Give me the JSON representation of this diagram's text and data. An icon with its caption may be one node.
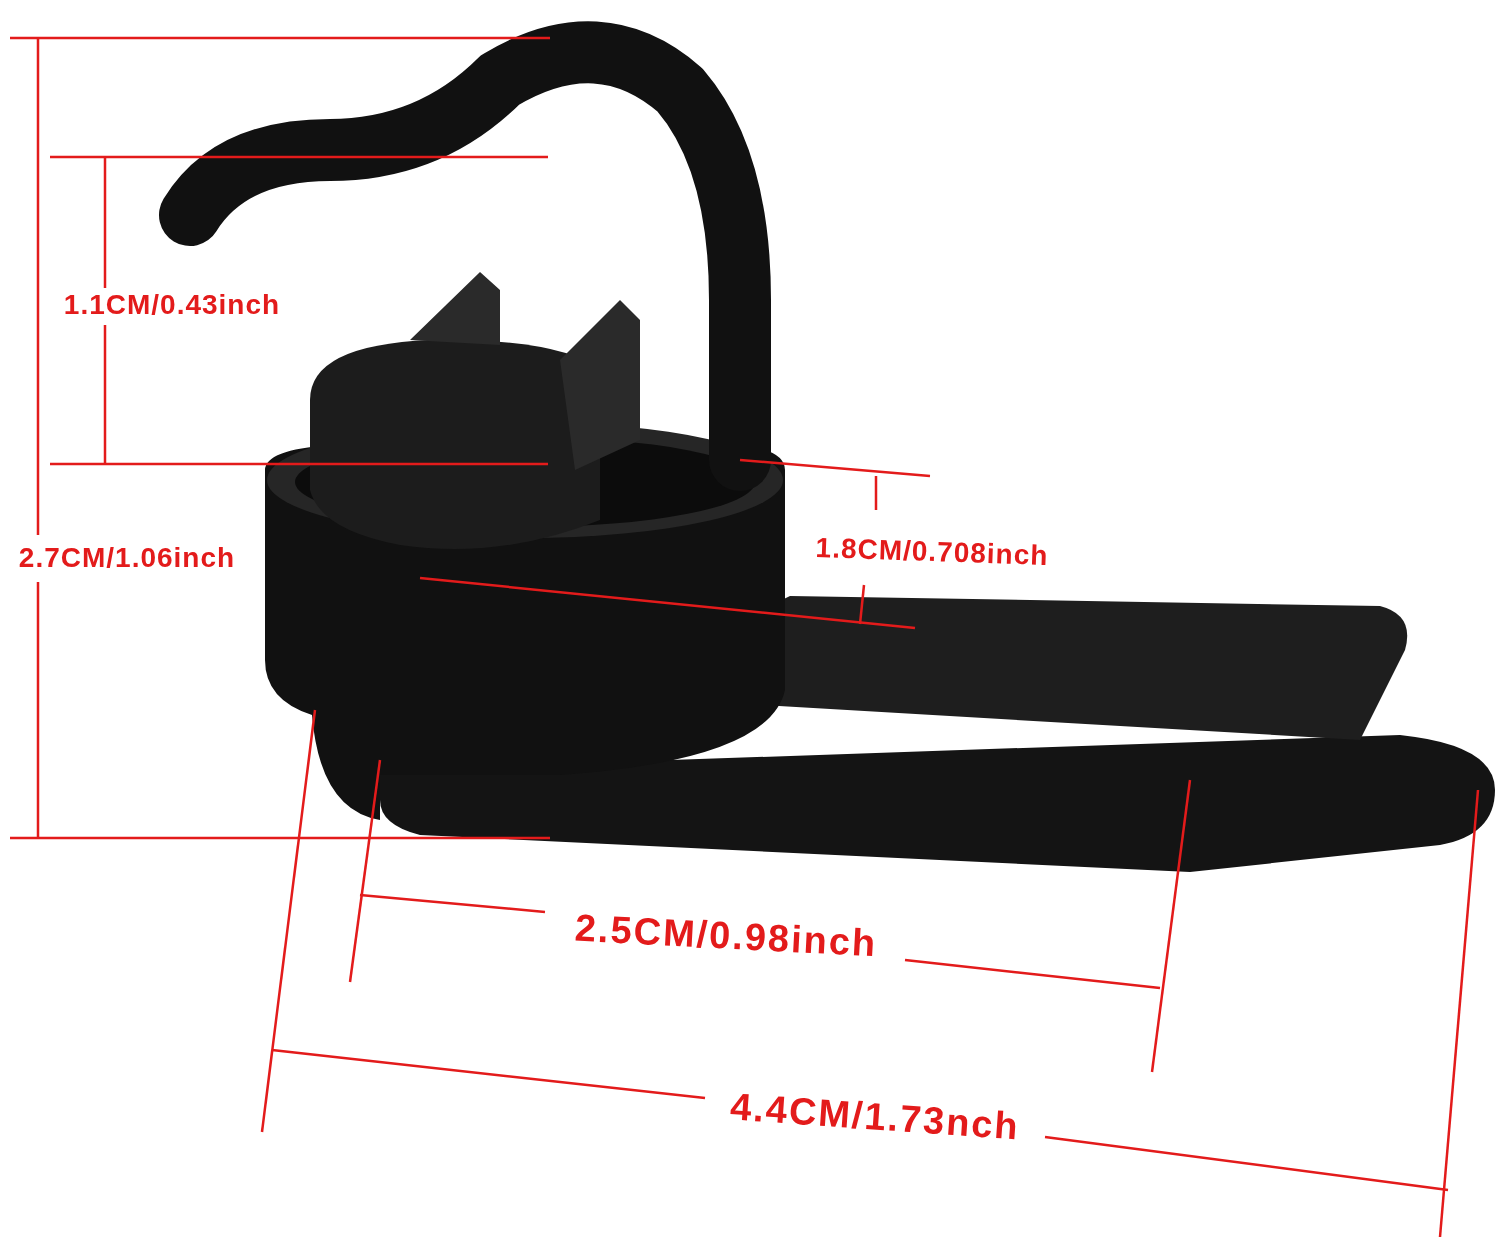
{
  "diagram": {
    "labels": [
      "1.1CM/0.43inch",
      "2.7CM/1.06inch",
      "1.8CM/0.708inch",
      "2.5CM/0.98inch",
      "4.4CM/1.73nch"
    ]
  }
}
